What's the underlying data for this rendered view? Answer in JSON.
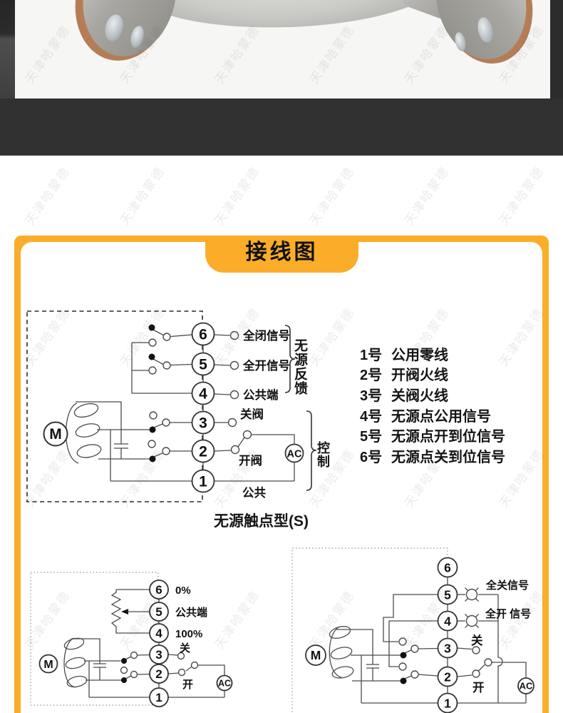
{
  "page": {
    "title_tab": "接线图"
  },
  "watermark": {
    "text": "天津哈蒙德"
  },
  "colors": {
    "frame_orange": "#FBAD2A",
    "band_dark": "#313131",
    "photo_bg": "#F6F6F5",
    "copper_edge": "#B57D55"
  },
  "legend": {
    "items": [
      {
        "num": "1号",
        "desc": "公用零线"
      },
      {
        "num": "2号",
        "desc": "开阀火线"
      },
      {
        "num": "3号",
        "desc": "关阀火线"
      },
      {
        "num": "4号",
        "desc": "无源点公用信号"
      },
      {
        "num": "5号",
        "desc": "无源点开到位信号"
      },
      {
        "num": "6号",
        "desc": "无源点关到位信号"
      }
    ]
  },
  "diagrams": {
    "main": {
      "caption": "无源触点型(S)",
      "terminals": [
        "6",
        "5",
        "4",
        "3",
        "2",
        "1"
      ],
      "motor": "M",
      "ac": "AC",
      "label_t6": "全闭信号",
      "label_t5": "全开信号",
      "label_t4": "公共端",
      "label_t3": "关阀",
      "label_t2": "开阀",
      "label_t1": "公共",
      "group_feedback": "无源反馈",
      "group_control": "控制"
    },
    "bottom_left": {
      "terminals": [
        "6",
        "5",
        "4",
        "3",
        "2",
        "1"
      ],
      "motor": "M",
      "ac": "AC",
      "label_t6": "0%",
      "label_t5": "公共端",
      "label_t4": "100%",
      "label_t3": "关",
      "label_t2": "开"
    },
    "bottom_right": {
      "terminals": [
        "6",
        "5",
        "4",
        "3",
        "2",
        "1"
      ],
      "motor": "M",
      "ac": "AC",
      "label_t5": "全关信号",
      "label_t4": "全开 信号",
      "label_t3": "关",
      "label_t2": "开"
    }
  }
}
